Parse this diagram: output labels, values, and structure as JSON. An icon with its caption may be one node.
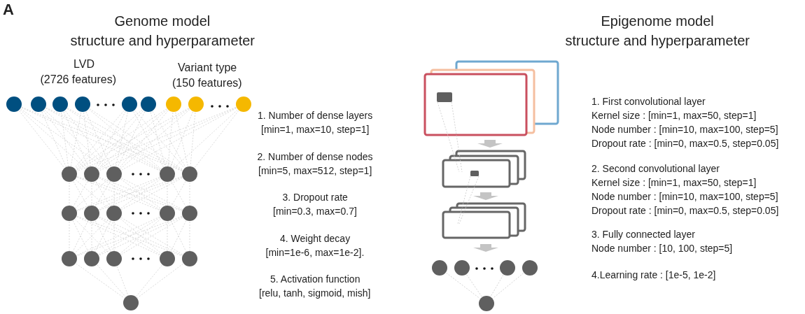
{
  "diagram": {
    "labels": [
      "A",
      "Genome model",
      "structure and hyperparameter",
      "Epigenome model",
      "structure and hyperparameter",
      "LVD",
      "(2726 features)",
      "Variant type",
      "(150 features)",
      "1. Number of dense layers",
      "[min=1, max=10, step=1]",
      "2. Number of dense nodes",
      "[min=5, max=512, step=1]",
      "3. Dropout rate",
      "[min=0.3, max=0.7]",
      "4. Weight decay",
      "[min=1e-6, max=1e-2].",
      "5. Activation function",
      "[relu, tanh, sigmoid, mish]",
      "1. First convolutional layer",
      "Kernel size : [min=1, max=50, step=1]",
      "Node number : [min=10, max=100, step=5]",
      "Dropout rate : [min=0, max=0.5, step=0.05]",
      "2. Second convolutional layer",
      "Kernel size : [min=1, max=50, step=1]",
      "Node number : [min=10, max=100, step=5]",
      "Dropout rate : [min=0, max=0.5, step=0.05]",
      "3. Fully connected layer",
      "Node number : [10, 100, step=5]",
      "4.Learning rate : [1e-5, 1e-2]"
    ]
  }
}
